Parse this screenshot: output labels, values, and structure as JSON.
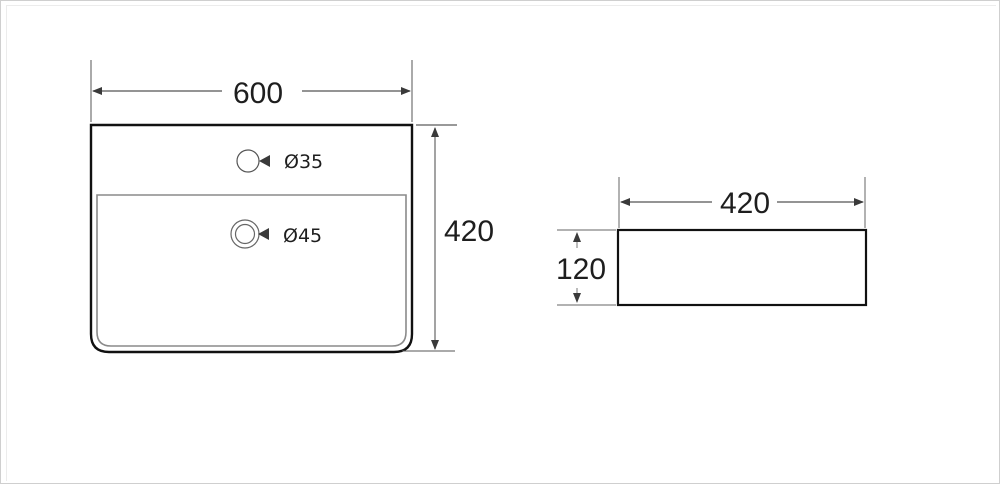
{
  "drawing": {
    "type": "technical-dimension-drawing",
    "subject": "wall-hung washbasin",
    "colors": {
      "outline": "#111111",
      "inner_outline": "#8a8a8a",
      "dimension_line": "#555555",
      "text": "#1e1e1e",
      "frame": "#cfcfcf"
    }
  },
  "top_view": {
    "width_dimension": "600",
    "depth_dimension": "420",
    "tap_hole": {
      "label": "Ø35"
    },
    "drain_hole": {
      "label": "Ø45"
    }
  },
  "side_view": {
    "width_dimension": "420",
    "height_dimension": "120"
  }
}
